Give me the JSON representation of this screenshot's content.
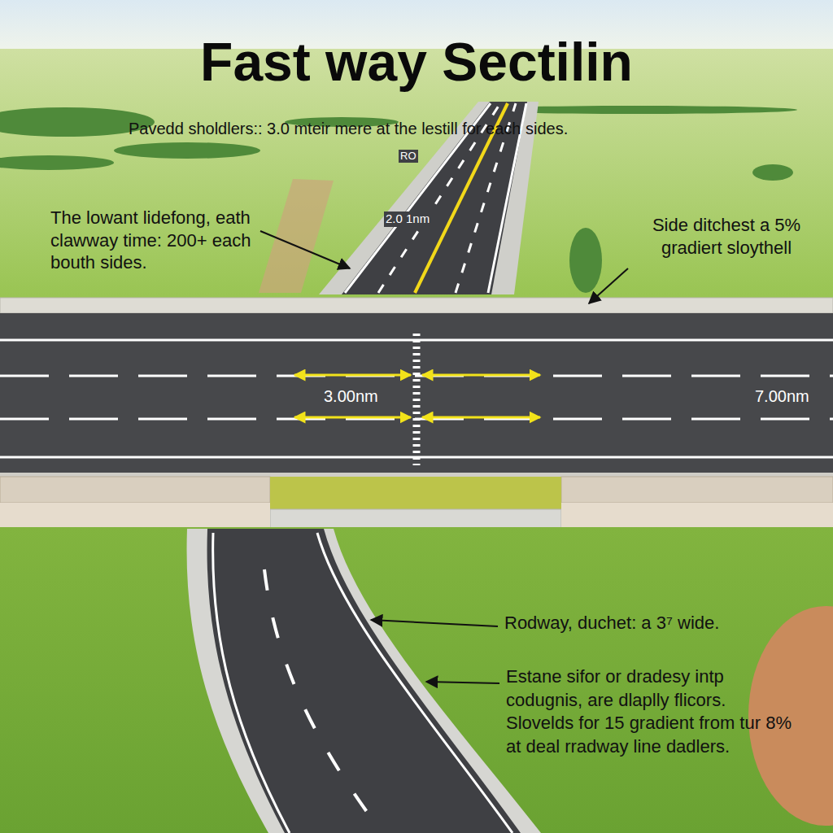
{
  "diagram": {
    "title": "Fast way Sectilin",
    "labels": [
      "Pavedd sholdlers:: 3.0 mteir mere at the lestill for each sides.",
      "The lowant lidefong, eath clawway time: 200+ each bouth sides.",
      "Side ditchest a 5% gradiert sloythell",
      "RO",
      "2.0 1nm",
      "3.00nm",
      "7.00nm",
      "Rodway, duchet: a 3⁷ wide.",
      "Estane sifor or dradesy intp codugnis, are dlaplly flicors. Slovelds for 15 gradient from tur 8% at deal rradway line dadlers."
    ]
  }
}
